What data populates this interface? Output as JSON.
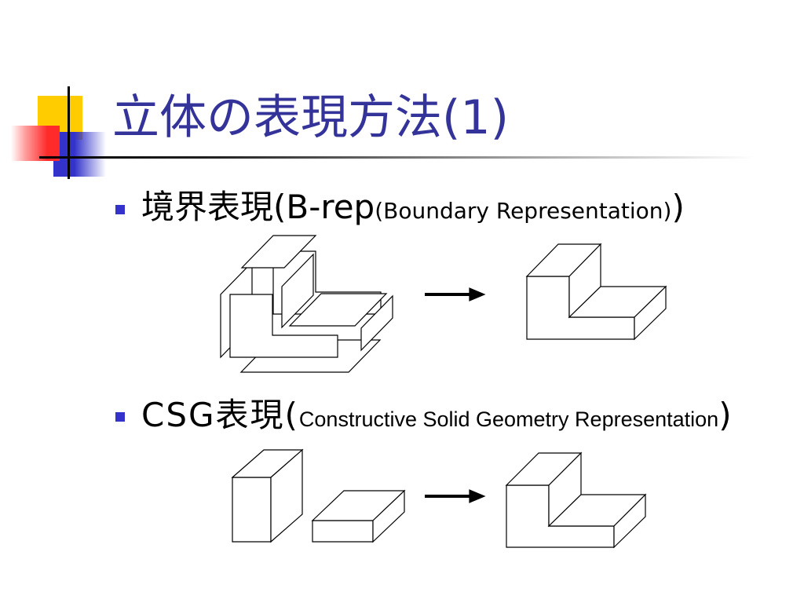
{
  "slide": {
    "title": "立体の表現方法(1)"
  },
  "bullets": [
    {
      "main": "境界表現(B-rep",
      "sub": "(Boundary Representation)",
      "close": ")"
    },
    {
      "main": "CSG表現(",
      "sub": "Constructive Solid Geometry Representation",
      "close": ")"
    }
  ],
  "icons": {
    "bullet": "bullet-square-icon",
    "arrow": "arrow-right-icon",
    "logo": "slide-template-logo"
  },
  "colors": {
    "title": "#333399",
    "bullet": "#3333cc",
    "logo_yellow": "#ffcc00",
    "logo_red": "#ff2a2a",
    "logo_blue": "#3333cc",
    "ink": "#000000"
  }
}
